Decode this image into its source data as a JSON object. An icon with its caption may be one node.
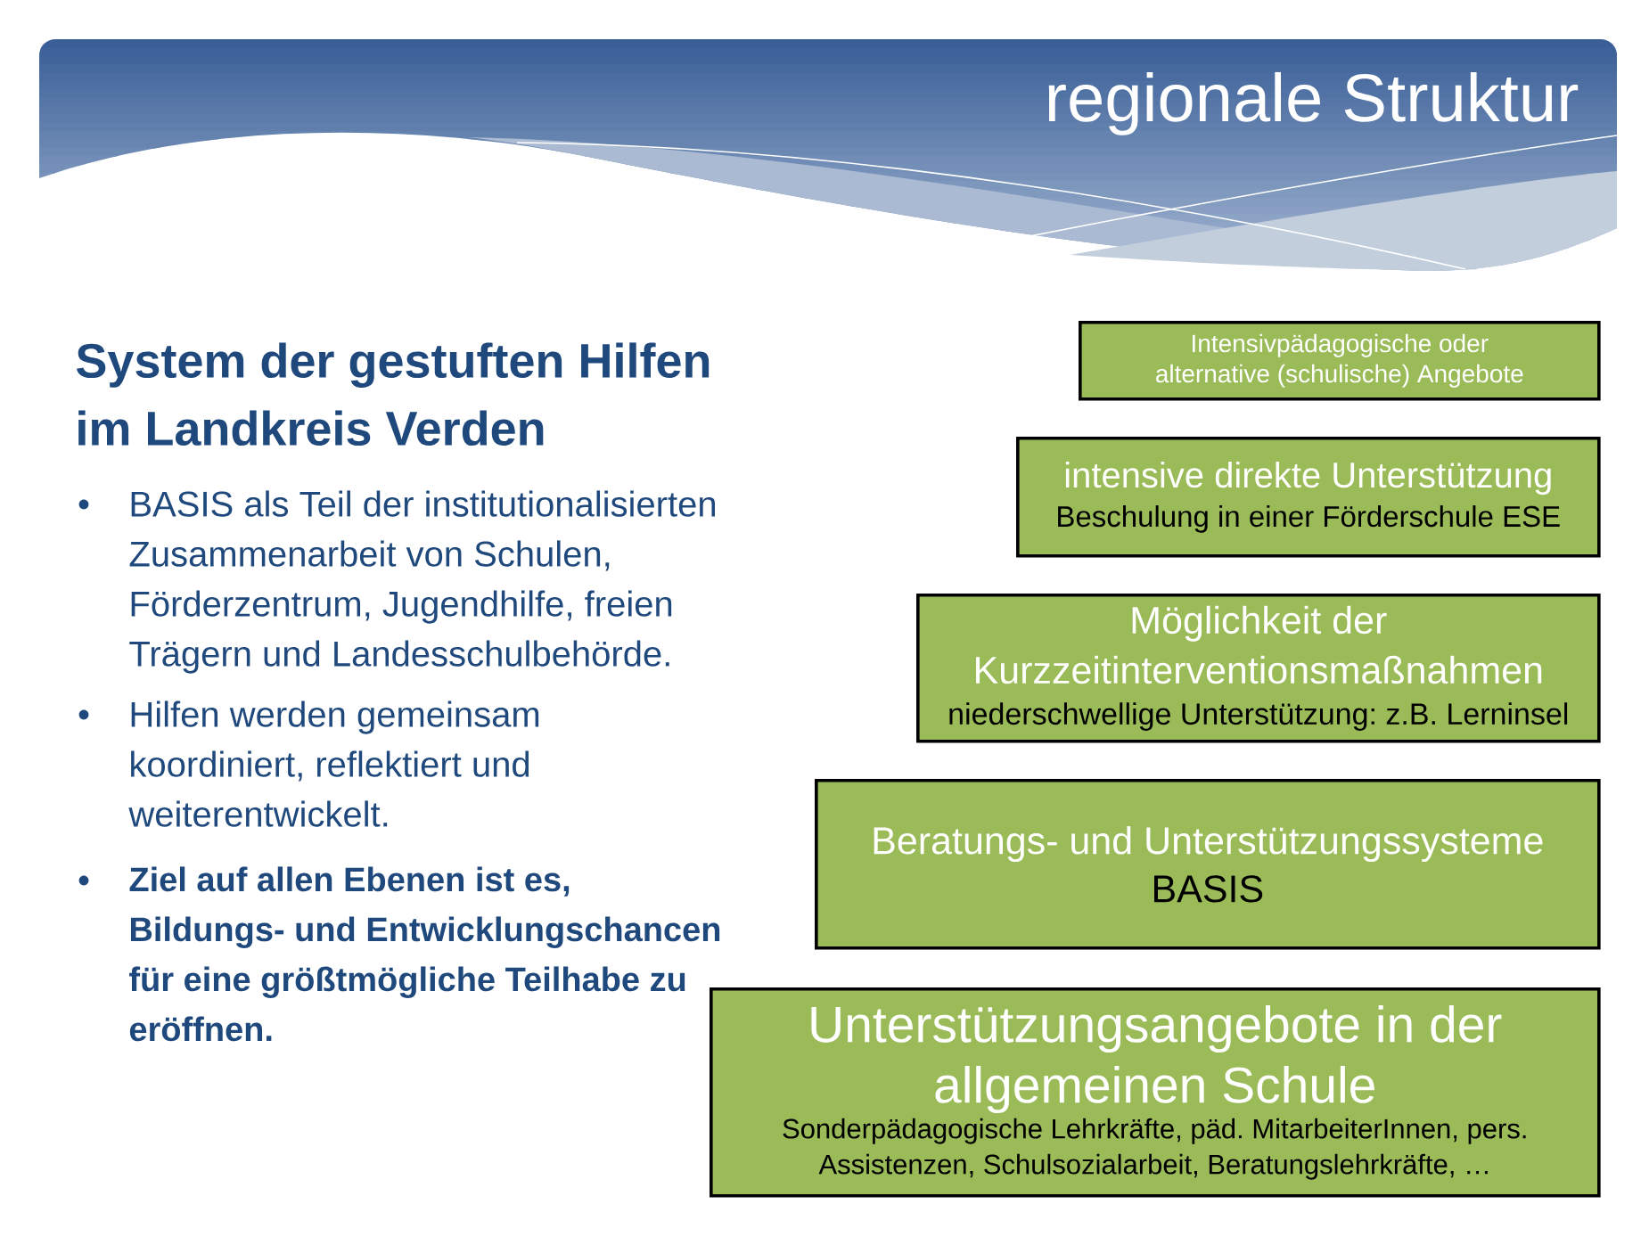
{
  "diagram": {
    "title": "regionale Struktur",
    "nodes": [
      {
        "text": [
          "Intensivpädagogische oder alternative (schulische) Angebote"
        ]
      },
      {
        "text": [
          "intensive direkte Unterstützung",
          "Beschulung in einer Förderschule ESE"
        ]
      },
      {
        "text": [
          "Möglichkeit der Kurzzeitinterventionsmaßnahmen",
          "niederschwellige Unterstützung: z.B. Lerninsel"
        ]
      },
      {
        "text": [
          "Beratungs- und Unterstützungssysteme",
          "BASIS"
        ]
      },
      {
        "text": [
          "Unterstützungsangebote in der allgemeinen Schule",
          "Sonderpädagogische Lehrkräfte, päd. MitarbeiterInnen, pers. Assistenzen, Schulsozialarbeit, Beratungslehrkräfte, …"
        ]
      }
    ],
    "labels": [
      "System der gestuften Hilfen im Landkreis Verden",
      "BASIS als Teil der institutionalisierten Zusammenarbeit von Schulen, Förderzentrum, Jugendhilfe, freien Trägern und Landesschulbehörde.",
      "Hilfen werden gemeinsam koordiniert, reflektiert und weiterentwickelt.",
      "Ziel auf allen Ebenen ist es, Bildungs- und Entwicklungschancen für eine größtmögliche Teilhabe zu eröffnen."
    ]
  }
}
